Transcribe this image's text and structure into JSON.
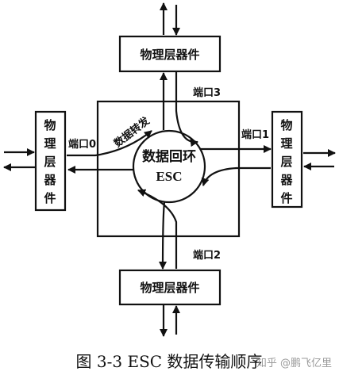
{
  "blocks": {
    "phy_top": "物理层器件",
    "phy_bottom": "物理层器件",
    "phy_left": [
      "物",
      "理",
      "层",
      "器",
      "件"
    ],
    "phy_right": [
      "物",
      "理",
      "层",
      "器",
      "件"
    ]
  },
  "ports": {
    "port0": "端口0",
    "port1": "端口1",
    "port2": "端口2",
    "port3": "端口3"
  },
  "ring": {
    "label": "数据回环",
    "sublabel": "ESC"
  },
  "forward_label": "数据转发",
  "caption": "图 3-3 ESC 数据传输顺序",
  "watermark": "知乎 @鹏飞亿里"
}
